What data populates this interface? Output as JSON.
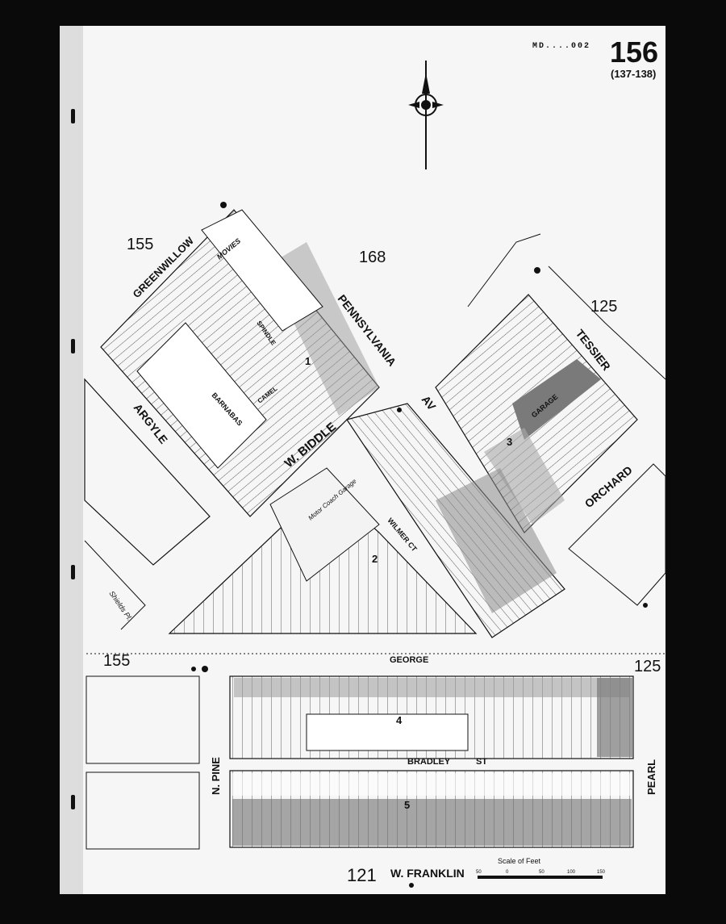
{
  "header": {
    "sheet_code": "MD....002",
    "page_number": "156",
    "page_range": "(137-138)"
  },
  "adjoining_sheets": {
    "top_left": "155",
    "top_center": "168",
    "right_upper": "125",
    "left_lower": "155",
    "right_lower": "125",
    "bottom": "121"
  },
  "streets": {
    "greenwillow": "GREENWILLOW",
    "pennsylvania": "PENNSYLVANIA",
    "av": "AV",
    "tessier": "TESSIER",
    "argyle": "ARGYLE",
    "biddle": "W. BIDDLE",
    "orchard": "ORCHARD",
    "george": "GEORGE",
    "pine": "N. PINE",
    "bradley": "BRADLEY",
    "bradley_st": "ST",
    "pearl": "PEARL",
    "franklin": "W. FRANKLIN",
    "barnabas": "BARNABAS",
    "camel": "CAMEL",
    "wilmer": "WILMER CT",
    "spindle": "SPINDLE",
    "shields": "Shields Pl."
  },
  "buildings": {
    "movies": "MOVIES",
    "garage": "GARAGE",
    "motor_garage": "Motor Coach Garage"
  },
  "block_numbers": [
    "1",
    "2",
    "3",
    "4",
    "5"
  ],
  "scale": {
    "label": "Scale of Feet",
    "ticks": [
      "50",
      "0",
      "50",
      "100",
      "150"
    ]
  },
  "colors": {
    "frame": "#0a0a0a",
    "paper": "#f6f6f6",
    "ink": "#111111",
    "brick": "#8a8a8a"
  }
}
